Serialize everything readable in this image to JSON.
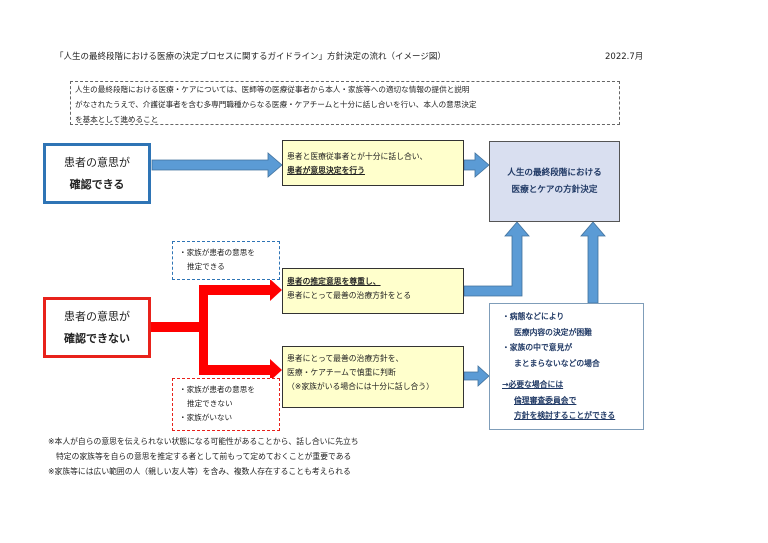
{
  "header": {
    "title": "「人生の最終段階における医療の決定プロセスに関するガイドライン」方針決定の流れ（イメージ図）",
    "date": "2022.7月"
  },
  "intro": {
    "lines": [
      "人生の最終段階における医療・ケアについては、医師等の医療従事者から本人・家族等への適切な情報の提供と説明",
      "がなされたうえで、介護従事者を含む多専門職種からなる医療・ケアチームと十分に話し合いを行い、本人の意思決定",
      "を基本として進めること"
    ]
  },
  "case_able": {
    "line1": "患者の意思が",
    "line2": "確認できる"
  },
  "case_unable": {
    "line1": "患者の意思が",
    "line2": "確認できない"
  },
  "box_discuss": {
    "line1": "患者と医療従事者とが十分に話し合い、",
    "line2": "患者が意思決定を行う"
  },
  "box_presumed": {
    "line1": "患者の推定意思を尊重し、",
    "line2": "患者にとって最善の治療方針をとる"
  },
  "box_best": {
    "line1": "患者にとって最善の治療方針を、",
    "line2": "医療・ケアチームで慎重に判断",
    "line3": "（※家族がいる場合には十分に話し合う）"
  },
  "family_can": {
    "line1": "・家族が患者の意思を",
    "line2": "推定できる"
  },
  "family_cannot": {
    "line1": "・家族が患者の意思を",
    "line2": "推定できない",
    "line3": "・家族がいない"
  },
  "outcome": {
    "line1": "人生の最終段階における",
    "line2": "医療とケアの方針決定"
  },
  "difficulty": {
    "l1": "・病態などにより",
    "l2": "医療内容の決定が困難",
    "l3": "・家族の中で意見が",
    "l4": "まとまらないなどの場合",
    "l5": "→必要な場合には",
    "l6": "倫理審査委員会で",
    "l7": "方針を検討することができる"
  },
  "footnotes": {
    "line1": "※本人が自らの意思を伝えられない状態になる可能性があることから、話し合いに先立ち",
    "line2": "特定の家族等を自らの意思を推定する者として前もって定めておくことが重要である",
    "line3": "※家族等には広い範囲の人（親しい友人等）を含み、複数人存在することも考えられる"
  },
  "colors": {
    "blue": "#2e74b5",
    "red": "#e8221b",
    "arrow_blue": "#5b9bd5",
    "yellow": "#ffffcc",
    "outcome": "#d9dff0"
  }
}
